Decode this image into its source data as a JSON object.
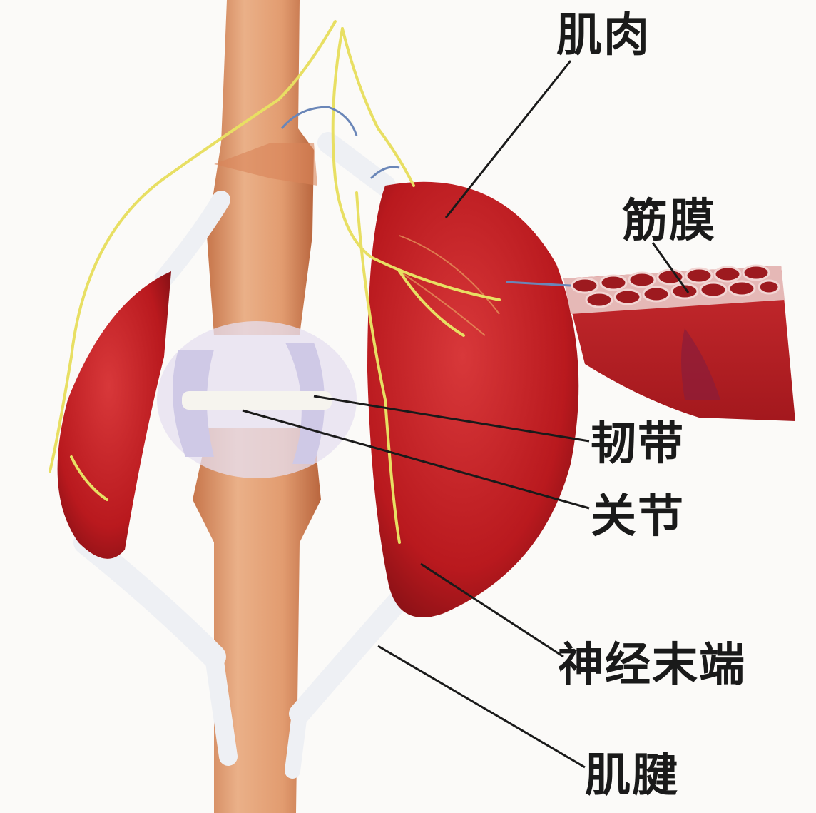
{
  "diagram": {
    "labels": {
      "muscle": "肌肉",
      "fascia": "筋膜",
      "ligament": "韧带",
      "joint": "关节",
      "nerve_ending": "神经末端",
      "tendon": "肌腱"
    },
    "colors": {
      "bone": "#e9a879",
      "bone_shadow": "#c7764b",
      "muscle": "#c7262a",
      "muscle_dark": "#8e1418",
      "ligament": "#d9d6ec",
      "tendon": "#eef0f4",
      "nerve": "#e8df63",
      "leader_line": "#1a1a1a"
    }
  }
}
